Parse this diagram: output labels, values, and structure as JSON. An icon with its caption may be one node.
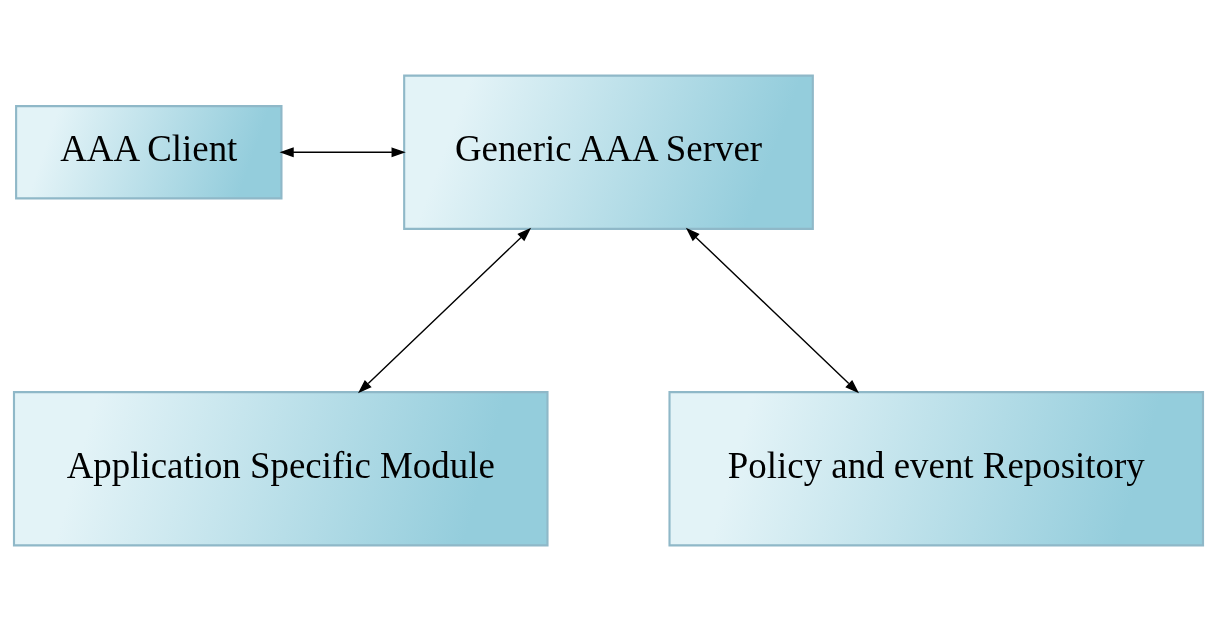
{
  "diagram": {
    "nodes": [
      {
        "text": [
          "AAA Client"
        ]
      },
      {
        "text": [
          "Generic AAA Server"
        ]
      },
      {
        "text": [
          "Application Specific Module"
        ]
      },
      {
        "text": [
          "Policy and event Repository"
        ]
      }
    ],
    "edges": [
      {
        "from": 0,
        "to": 1,
        "arrow": "both"
      },
      {
        "from": 1,
        "to": 2,
        "arrow": "both"
      },
      {
        "from": 1,
        "to": 3,
        "arrow": "both"
      }
    ]
  }
}
